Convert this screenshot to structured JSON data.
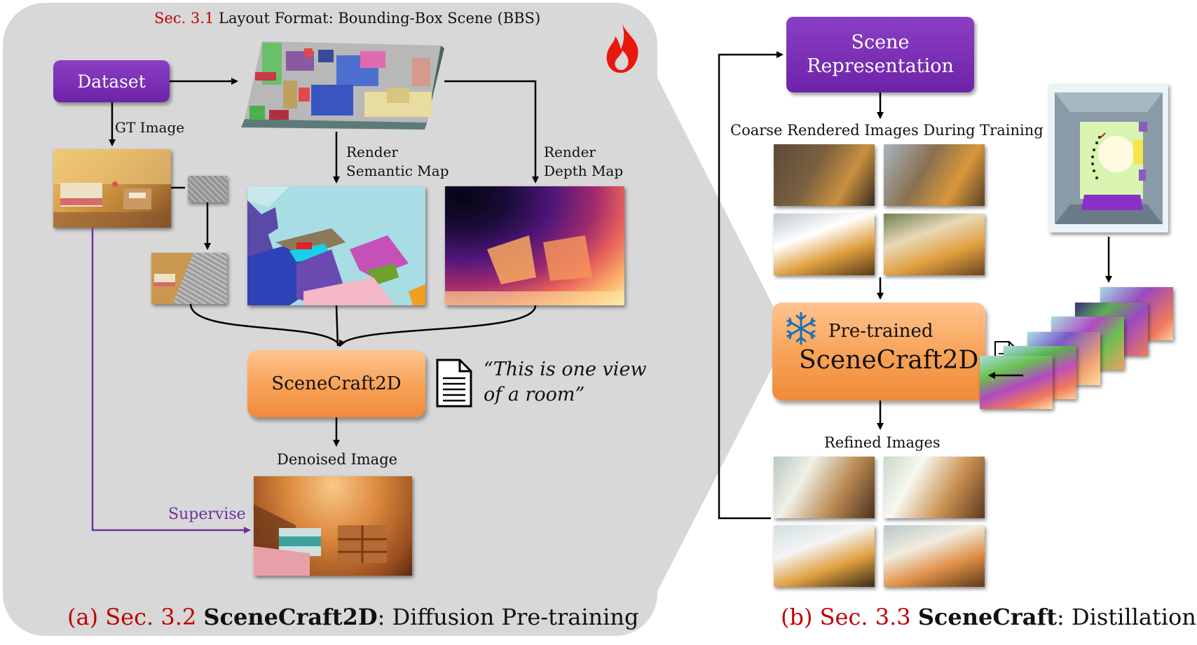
{
  "panel_a": {
    "header_sec": "Sec. 3.1",
    "header_text": "Layout Format: Bounding-Box Scene (BBS)",
    "dataset_label": "Dataset",
    "gt_image_label": "GT Image",
    "render_semantic_line1": "Render",
    "render_semantic_line2": "Semantic Map",
    "render_depth_line1": "Render",
    "render_depth_line2": "Depth Map",
    "model_label": "SceneCraft2D",
    "prompt_line1": "“This is one view",
    "prompt_line2": "of a room”",
    "denoised_label": "Denoised Image",
    "supervise_label": "Supervise",
    "caption_prefix": "(a) Sec. 3.2",
    "caption_bold": "SceneCraft2D",
    "caption_rest": ": Diffusion Pre-training"
  },
  "panel_b": {
    "scene_rep_line1": "Scene",
    "scene_rep_line2": "Representation",
    "coarse_label": "Coarse Rendered Images During Training",
    "pretrained_label": "Pre-trained",
    "model_label": "SceneCraft2D",
    "refined_label": "Refined Images",
    "caption_prefix": "(b) Sec. 3.3",
    "caption_bold": "SceneCraft",
    "caption_rest": ": Distillation"
  },
  "icons": {
    "fire": "fire-icon",
    "snowflake": "snowflake-icon",
    "document": "document-icon"
  },
  "colors": {
    "panel_bg": "#d8d8d8",
    "purple_box": "#7030a0",
    "orange_box": "#f7a155",
    "section_red": "#c00000",
    "supervise_purple": "#7030a0"
  }
}
